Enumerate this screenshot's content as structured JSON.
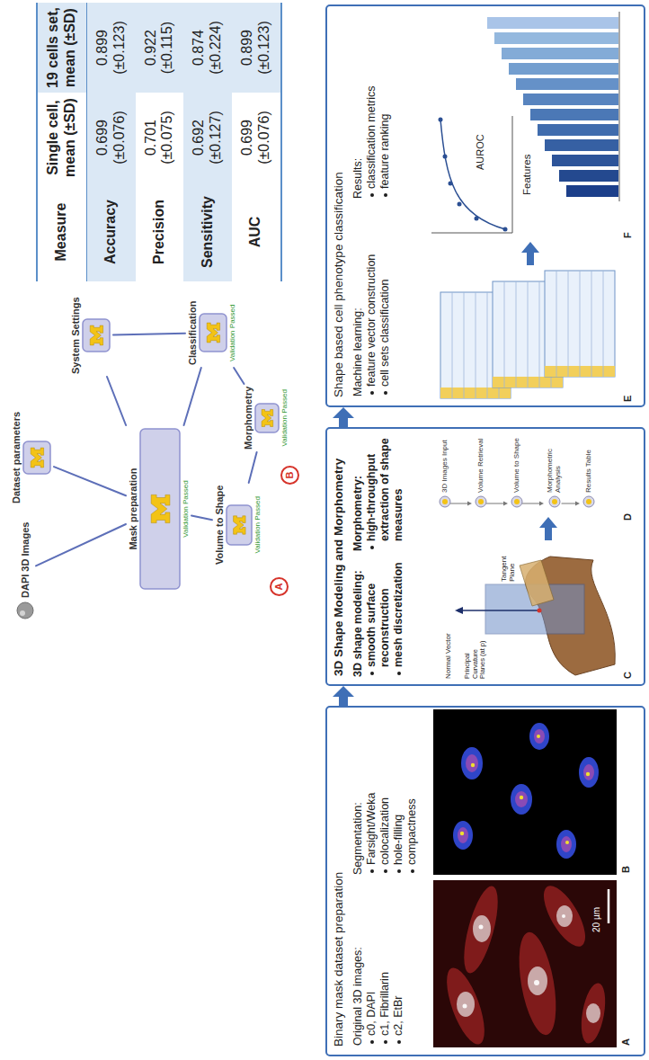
{
  "diagram": {
    "nodes": [
      {
        "text": [
          "DAPI 3D Images"
        ]
      },
      {
        "text": [
          "Dataset parameters"
        ]
      },
      {
        "text": [
          "System Settings"
        ]
      },
      {
        "text": [
          "Mask preparation",
          "Validation Passed"
        ]
      },
      {
        "text": [
          "Volume to Shape",
          "Validation Passed"
        ]
      },
      {
        "text": [
          "Morphometry",
          "Validation Passed"
        ]
      },
      {
        "text": [
          "Classification",
          "Validation Passed"
        ]
      },
      {
        "text": [
          "A"
        ]
      },
      {
        "text": [
          "B"
        ]
      },
      {
        "text": [
          "Binary mask dataset preparation",
          "Original 3D images:",
          "c0, DAPI",
          "c1, Fibrillarin",
          "c2, EtBr",
          "Segmentation:",
          "Farsight/Weka",
          "colocalization",
          "hole-filling",
          "compactness"
        ]
      },
      {
        "text": [
          "3D Shape Modeling and Morphometry",
          "3D shape modeling:",
          "smooth surface reconstruction",
          "mesh discretization",
          "Morphometry:",
          "high-throughput extraction of shape measures"
        ]
      },
      {
        "text": [
          "3D Images Input"
        ],
        "in": 10
      },
      {
        "text": [
          "Volume Retrieval"
        ],
        "in": 10
      },
      {
        "text": [
          "Volume to Shape"
        ],
        "in": 10
      },
      {
        "text": [
          "Morphometric Analysis"
        ],
        "in": 10
      },
      {
        "text": [
          "Results Table"
        ],
        "in": 10
      },
      {
        "text": [
          "Shape based cell phenotype classification",
          "Machine learning:",
          "feature vector construction",
          "cell sets classification",
          "Results:",
          "classification metrics",
          "feature ranking"
        ]
      }
    ],
    "edges": [
      {
        "from": 0,
        "to": 3,
        "arrow": "none"
      },
      {
        "from": 1,
        "to": 3,
        "arrow": "none"
      },
      {
        "from": 2,
        "to": 3,
        "arrow": "none"
      },
      {
        "from": 3,
        "to": 4,
        "arrow": "none"
      },
      {
        "from": 4,
        "to": 5,
        "arrow": "none"
      },
      {
        "from": 5,
        "to": 6,
        "arrow": "none"
      },
      {
        "from": 2,
        "to": 6,
        "arrow": "none"
      },
      {
        "from": 3,
        "to": 6,
        "arrow": "none"
      },
      {
        "from": 11,
        "to": 12,
        "arrow": "to"
      },
      {
        "from": 12,
        "to": 13,
        "arrow": "to"
      },
      {
        "from": 13,
        "to": 14,
        "arrow": "to"
      },
      {
        "from": 14,
        "to": 15,
        "arrow": "to"
      },
      {
        "from": 9,
        "to": 10,
        "arrow": "to"
      },
      {
        "from": 10,
        "to": 16,
        "arrow": "to"
      }
    ],
    "labels": [
      "Measure",
      "Single cell, mean (±SD)",
      "19 cells set, mean (±SD)",
      "Accuracy",
      "0.699 (±0.076)",
      "0.899 (±0.123)",
      "Precision",
      "0.701 (±0.075)",
      "0.922 (±0.115)",
      "Sensitivity",
      "0.692 (±0.127)",
      "0.874 (±0.224)",
      "AUC",
      "0.699 (±0.076)",
      "0.899 (±0.123)",
      "20 µm",
      "A",
      "B",
      "C",
      "D",
      "E",
      "F",
      "Normal Vector",
      "Tangent Plane",
      "Principal Curvature Planes (at p)",
      "AUROC",
      "Features"
    ]
  }
}
